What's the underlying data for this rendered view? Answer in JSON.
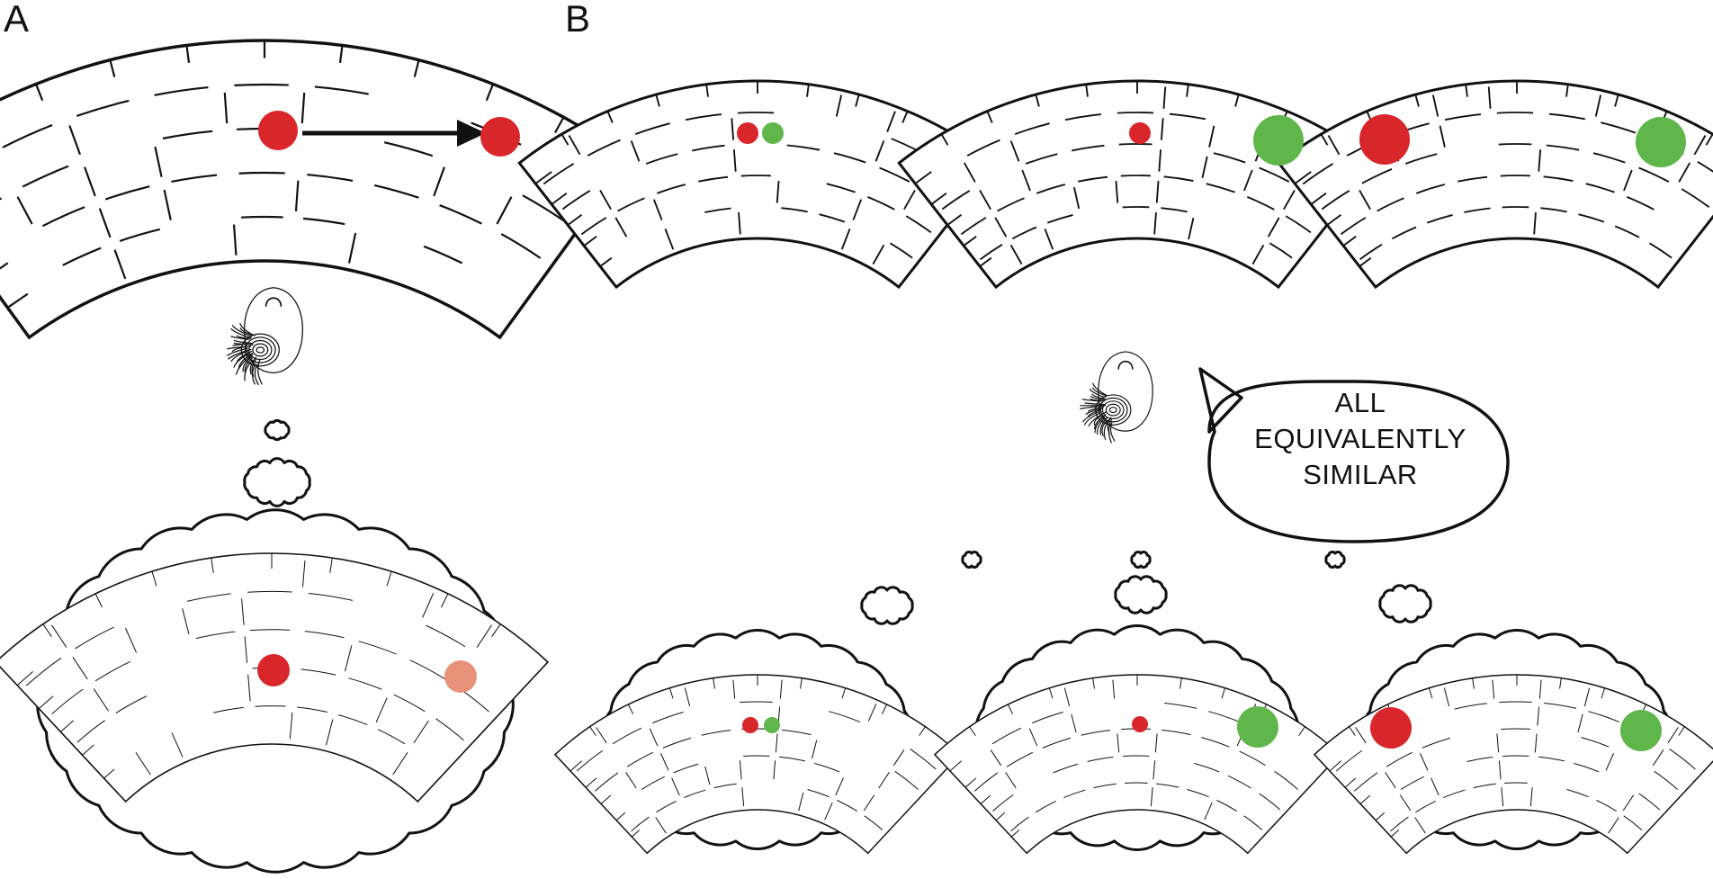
{
  "panels": [
    {
      "label": "A"
    },
    {
      "label": "B"
    }
  ],
  "speech": {
    "lines": [
      "ALL",
      "EQUIVALENTLY",
      "SIMILAR"
    ]
  },
  "colors": {
    "red": "#d9262b",
    "green": "#5fb64a",
    "faded_red": "#e8927a",
    "arrow": "#111111",
    "outline": "#111111"
  },
  "icons": {
    "head": "head-top-view-icon",
    "thought": "thought-bubble-icon",
    "speech": "speech-bubble-icon",
    "arrow": "arrow-right-icon"
  }
}
